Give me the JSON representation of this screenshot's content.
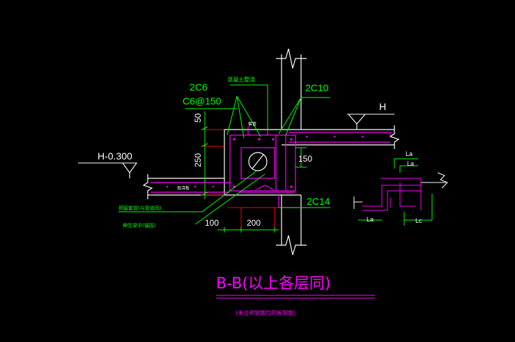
{
  "drawing": {
    "background": "#000000",
    "colors": {
      "structure": "#ffffff",
      "rebar": "#ff00ff",
      "dimension": "#00ff00",
      "annotation": "#00ff00",
      "title": "#ff00ff",
      "section_mark": "#ff0000",
      "leader": "#00ffff"
    },
    "labels": {
      "rebar_top": "2C6",
      "rebar_stirrup": "C6@150",
      "rebar_right_top": "2C10",
      "rebar_bottom": "2C14",
      "level_right": "H",
      "level_left": "H-0.300",
      "note_top": "混凝土整浇",
      "note_left_1": "预留套管(与管道同)",
      "note_left_2": "伸至梁中(锚固)",
      "slab_left_tag": "现浇板",
      "pipe_tag": "套管"
    },
    "dimensions": {
      "d50": "50",
      "d250": "250",
      "d150": "150",
      "d100": "100",
      "d200": "200"
    },
    "detail": {
      "la_top": "La",
      "la_mid": "La",
      "la_bottom": "La",
      "lc_bottom": "Lc"
    },
    "title": {
      "main": "B-B(以上各层同)",
      "sub": "(未注明钢筋均同板钢筋)"
    },
    "icons": {
      "level_symbol": "triangle-level-icon",
      "break_symbol": "break-line-icon"
    }
  }
}
